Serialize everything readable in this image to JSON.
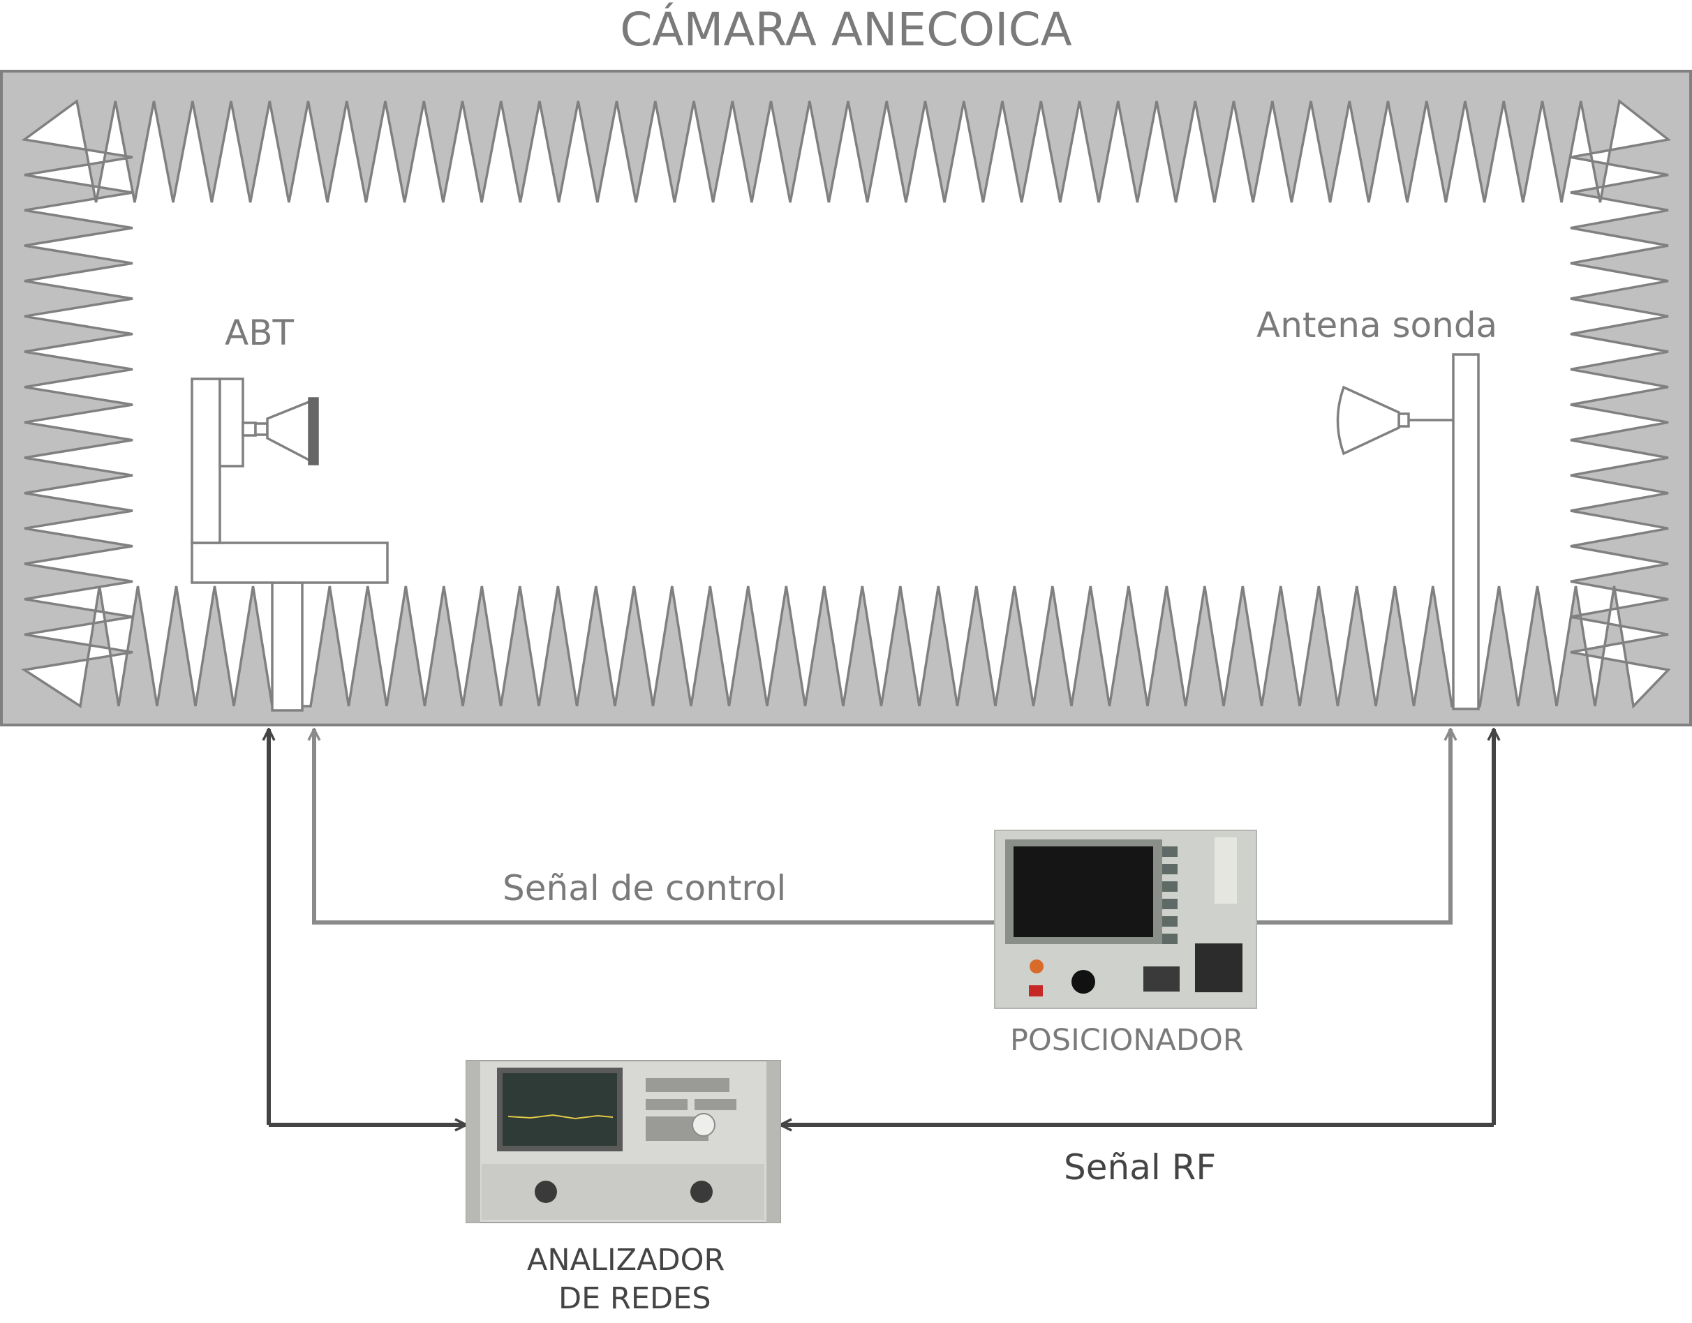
{
  "title": "CÁMARA ANECOICA",
  "labels": {
    "aut": "ABT",
    "probe_antenna": "Antena sonda",
    "control_signal": "Señal de control",
    "positioner": "POSICIONADOR",
    "rf_signal": "Señal RF",
    "network_analyzer_line1": "ANALIZADOR",
    "network_analyzer_line2": "DE REDES"
  },
  "colors": {
    "absorber_fill": "#c0c0c0",
    "absorber_stroke": "#808080",
    "control_line": "#8a8a8a",
    "rf_line": "#444444",
    "label_gray": "#7a7a7a",
    "label_dark": "#444444"
  }
}
